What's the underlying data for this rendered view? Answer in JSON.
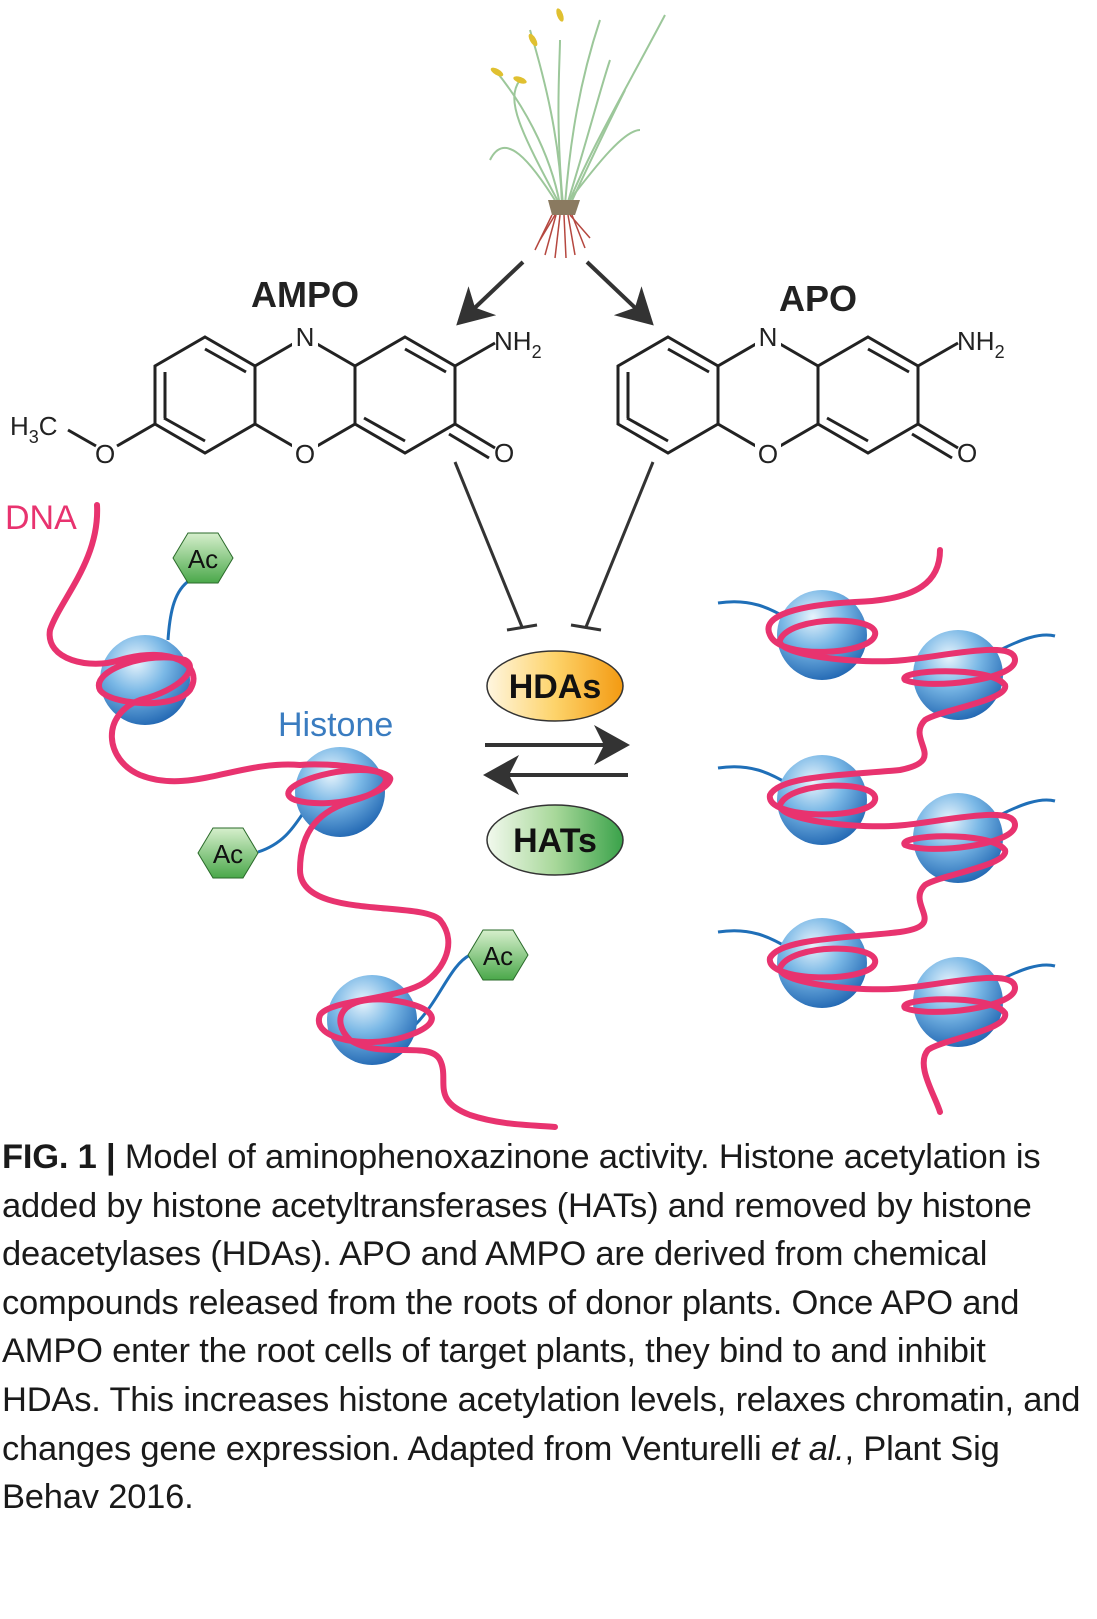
{
  "compounds": {
    "left": {
      "name": "AMPO",
      "n": "N",
      "o_ring": "O",
      "o_carbonyl": "O",
      "amine": "NH",
      "amine_sub": "2",
      "methyl": "H",
      "methyl_sub": "3",
      "methyl_c": "C",
      "methoxy_o": "O"
    },
    "right": {
      "name": "APO",
      "n": "N",
      "o_ring": "O",
      "o_carbonyl": "O",
      "amine": "NH",
      "amine_sub": "2"
    }
  },
  "labels": {
    "dna": "DNA",
    "histone": "Histone",
    "acetyl": "Ac"
  },
  "enzymes": {
    "hdas": "HDAs",
    "hats": "HATs"
  },
  "colors": {
    "dna": "#e8336f",
    "histone_text": "#3a7cc0",
    "linker": "#1f6fb8",
    "acetyl": "#5cb85c"
  },
  "caption": {
    "label": "FIG. 1 |",
    "text_1": " Model of aminophenoxazinone activity. Histone acetylation is added by histone acetyltransferases (HATs) and removed by histone deacetylases (HDAs). APO and AMPO are derived from chemical compounds released from the roots of donor plants. Once APO and AMPO enter the root cells of target plants, they bind to and inhibit HDAs. This increases histone acetylation levels, relaxes chromatin, and changes gene expression. Adapted from Venturelli ",
    "italic": "et al.",
    "text_2": ", Plant Sig Behav 2016."
  }
}
